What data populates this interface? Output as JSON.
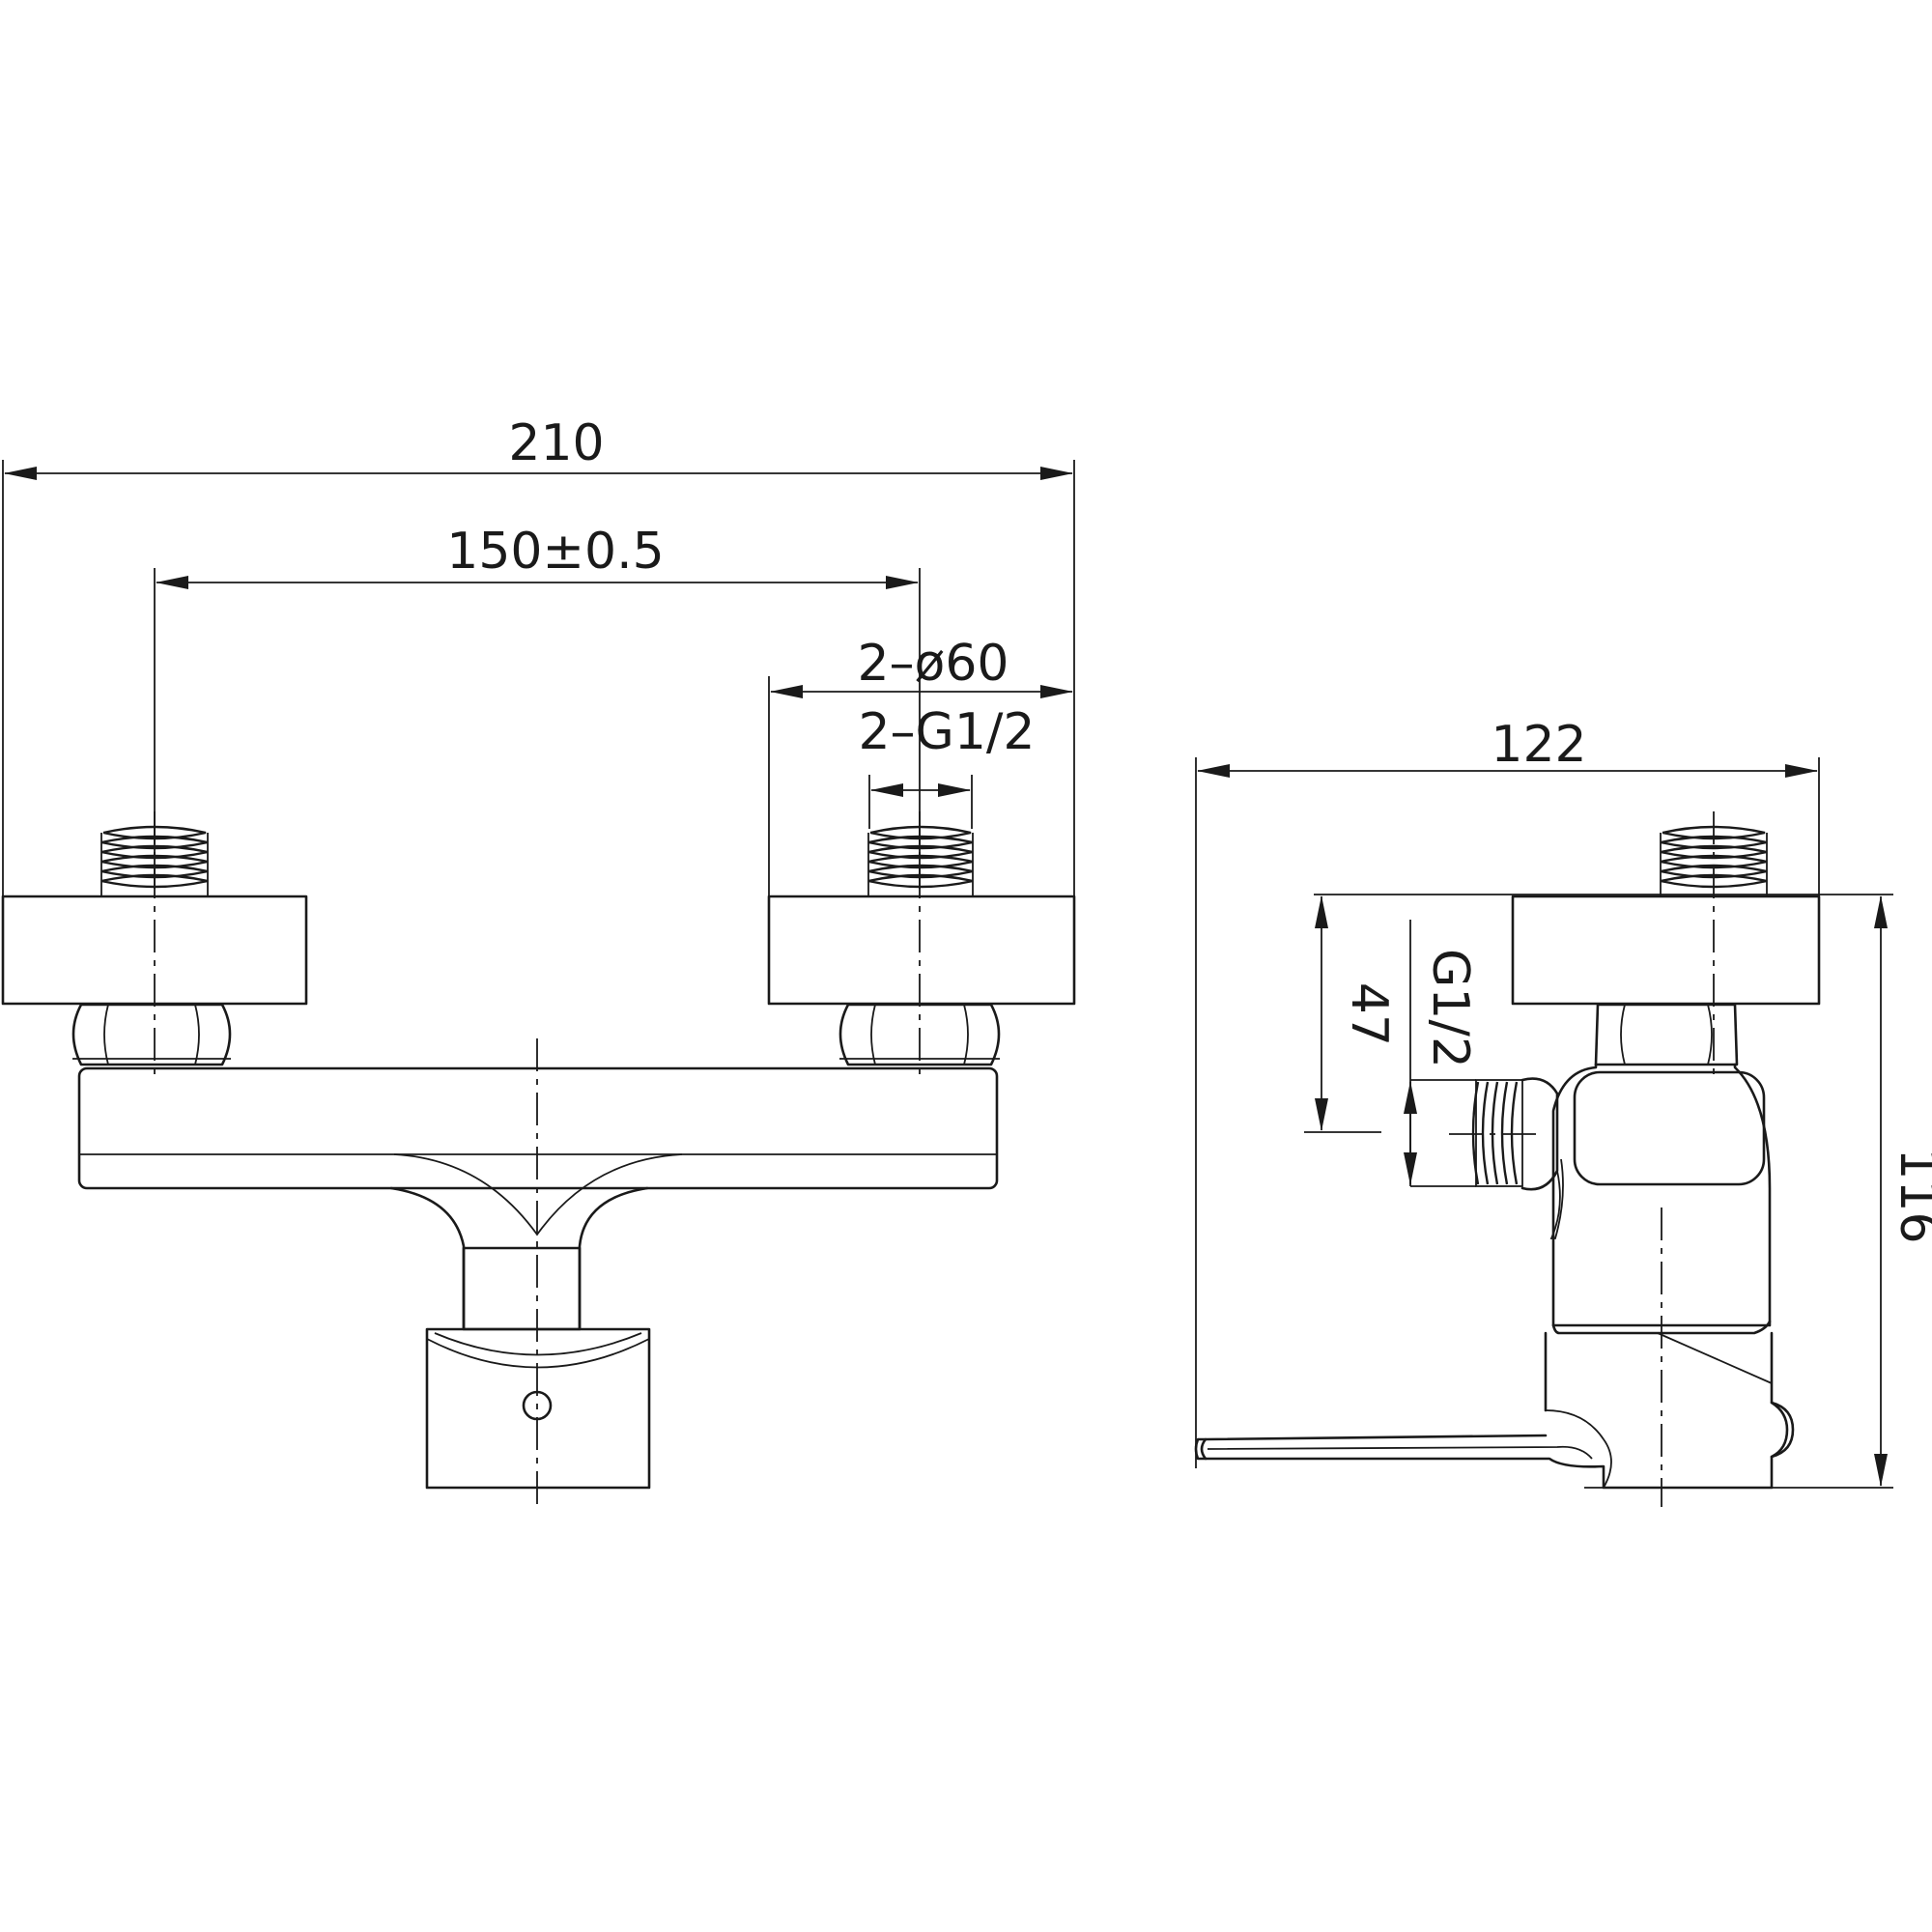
{
  "drawing": {
    "front_view": {
      "overall_width_label": "210",
      "inlet_spacing_label": "150±0.5",
      "flange_diameter_label": "2–ø60",
      "inlet_thread_label": "2–G1/2"
    },
    "side_view": {
      "depth_label": "122",
      "height_label": "116",
      "outlet_height_label": "47",
      "outlet_thread_label": "G1/2"
    }
  }
}
